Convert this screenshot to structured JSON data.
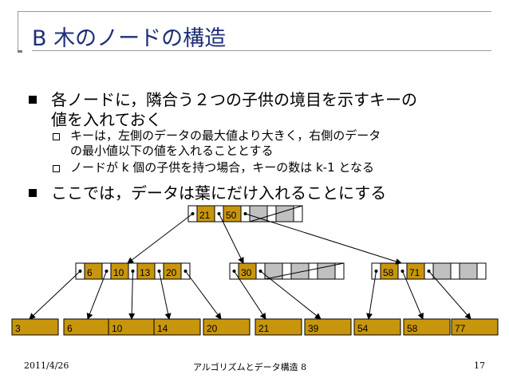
{
  "title": "B 木のノードの構造",
  "bullets": {
    "b1_line1": "各ノードに，隣合う２つの子供の境目を示すキーの",
    "b1_line2": "値を入れておく",
    "sub1_line1": "キーは，左側のデータの最大値より大きく，右側のデータ",
    "sub1_line2": "の最小値以下の値を入れることとする",
    "sub2": "ノードが k 個の子供を持つ場合，キーの数は k-1 となる",
    "b2": "ここでは，データは葉にだけ入れることにする"
  },
  "tree": {
    "root_keys": [
      "21",
      "50"
    ],
    "internal_keys": [
      [
        "6",
        "10",
        "13",
        "20"
      ],
      [
        "30"
      ],
      [
        "58",
        "71"
      ]
    ],
    "leaves": [
      "3",
      "6",
      "10",
      "14",
      "20",
      "21",
      "39",
      "54",
      "58",
      "77"
    ]
  },
  "colors": {
    "key_fill": "#c8960c",
    "empty_fill": "#c0c0c0",
    "title_color": "#1f2f78"
  },
  "footer": {
    "date": "2011/4/26",
    "center": "アルゴリズムとデータ構造 8",
    "page": "17"
  }
}
